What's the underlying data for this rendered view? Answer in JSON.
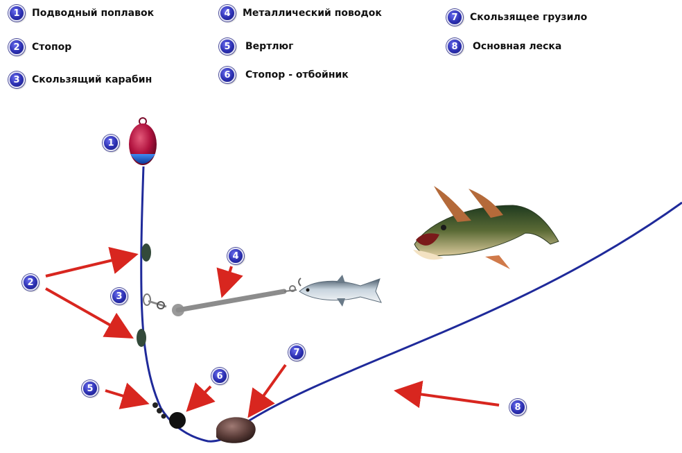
{
  "legend": [
    {
      "num": "1",
      "label": "Подводный поплавок"
    },
    {
      "num": "2",
      "label": "Стопор"
    },
    {
      "num": "3",
      "label": "Скользящий карабин"
    },
    {
      "num": "4",
      "label": "Металлический поводок"
    },
    {
      "num": "5",
      "label": "Вертлюг"
    },
    {
      "num": "6",
      "label": "Стопор - отбойник"
    },
    {
      "num": "7",
      "label": "Скользящее грузило"
    },
    {
      "num": "8",
      "label": "Основная леска"
    }
  ],
  "markers": [
    "1",
    "2",
    "3",
    "4",
    "5",
    "6",
    "7",
    "8"
  ],
  "colors": {
    "badge": "#2b2fb0",
    "line": "#1f2a9a",
    "arrow": "#d8261f",
    "float_top": "#b0123e",
    "float_bottom": "#1f6fe0"
  }
}
